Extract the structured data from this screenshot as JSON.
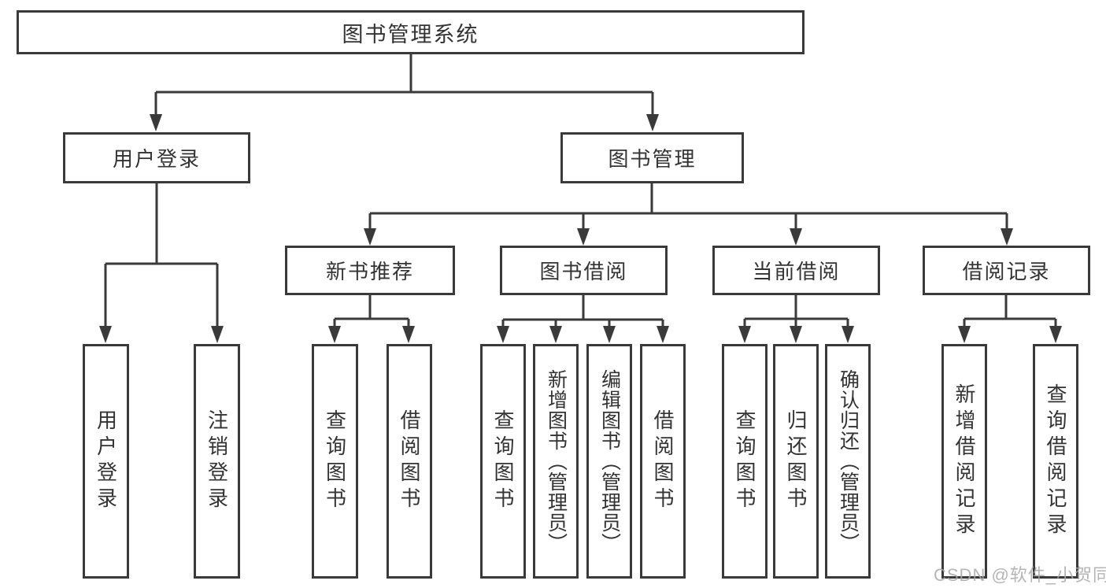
{
  "colors": {
    "line": "#3a3a3a",
    "box_border": "#3a3a3a",
    "text": "#333333",
    "background": "#ffffff",
    "watermark_text": "#a8a8a8"
  },
  "tree": {
    "root": {
      "label": "图书管理系统"
    },
    "branches": [
      {
        "label": "用户登录",
        "leaves": [
          {
            "label": "用户登录"
          },
          {
            "label": "注销登录"
          }
        ]
      },
      {
        "label": "图书管理",
        "groups": [
          {
            "label": "新书推荐",
            "leaves": [
              {
                "label": "查询图书"
              },
              {
                "label": "借阅图书"
              }
            ]
          },
          {
            "label": "图书借阅",
            "leaves": [
              {
                "label": "查询图书"
              },
              {
                "label": "新增图书（管理员）"
              },
              {
                "label": "编辑图书（管理员）"
              },
              {
                "label": "借阅图书"
              }
            ]
          },
          {
            "label": "当前借阅",
            "leaves": [
              {
                "label": "查询图书"
              },
              {
                "label": "归还图书"
              },
              {
                "label": "确认归还（管理员）"
              }
            ]
          },
          {
            "label": "借阅记录",
            "leaves": [
              {
                "label": "新增借阅记录"
              },
              {
                "label": "查询借阅记录"
              }
            ]
          }
        ]
      }
    ]
  },
  "watermark": "CSDN @软件_小贺同学"
}
